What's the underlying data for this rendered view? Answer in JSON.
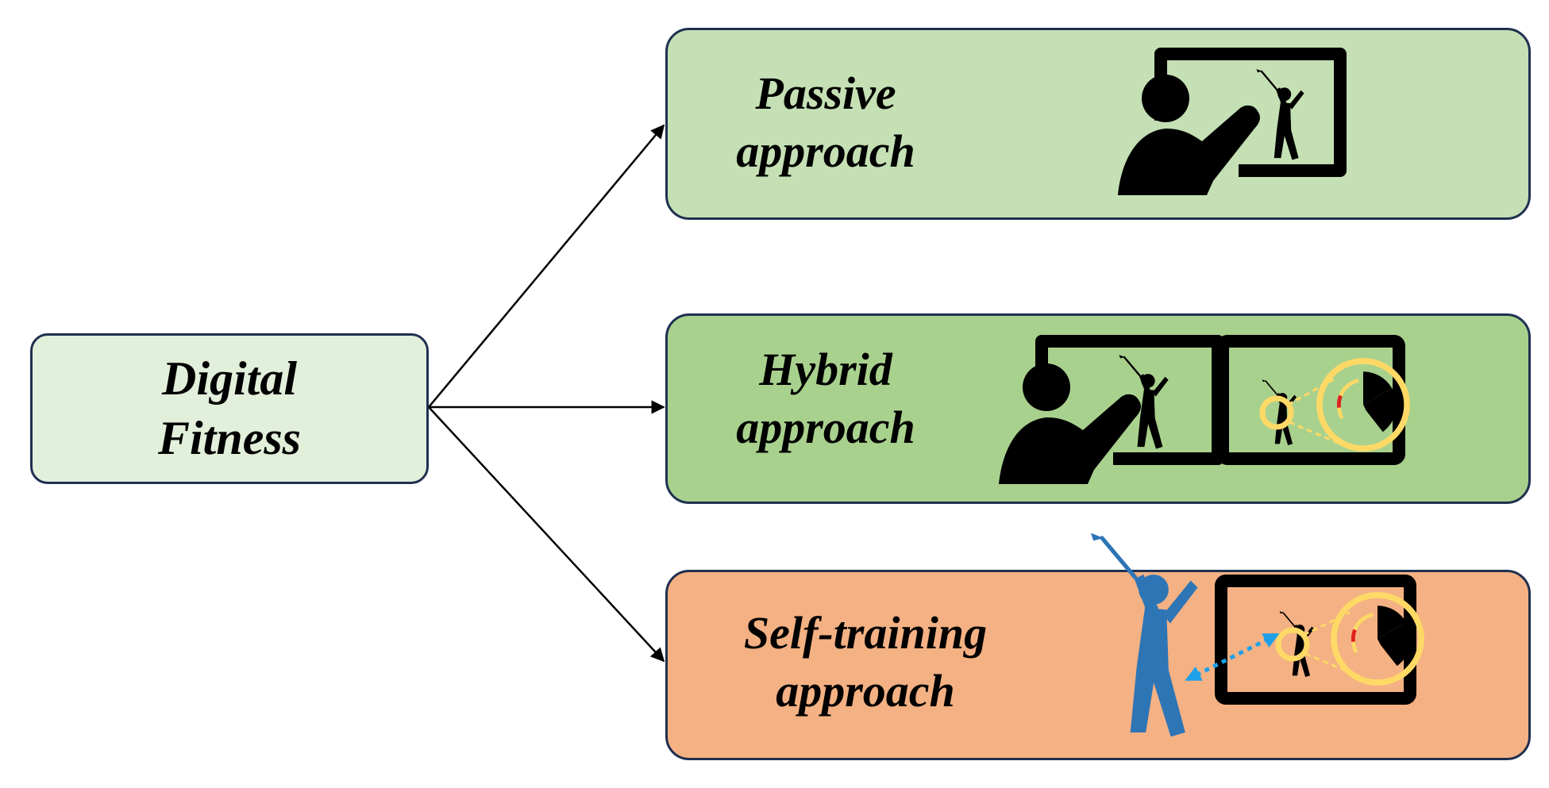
{
  "root": {
    "line1": "Digital",
    "line2": "Fitness",
    "color": "#e2efda"
  },
  "approaches": [
    {
      "line1": "Passive",
      "line2": "approach",
      "color": "#c5e0b4"
    },
    {
      "line1": "Hybrid",
      "line2": "approach",
      "color": "#a9d18e"
    },
    {
      "line1": "Self-training",
      "line2": "approach",
      "color": "#f4b183"
    }
  ],
  "colors": {
    "border": "#1f3050",
    "arrow": "#000000",
    "icon": "#000000",
    "lens": "#ffd966",
    "golfer_blue": "#2e75b6",
    "dotted_arrow": "#1ea0e8"
  }
}
